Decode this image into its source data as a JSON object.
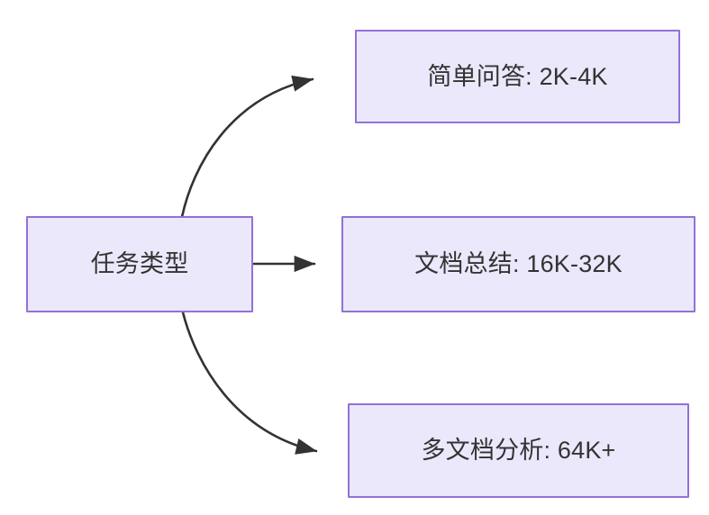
{
  "diagram": {
    "type": "flowchart",
    "direction": "left-to-right",
    "background_color": "#ffffff",
    "node_fill_color": "#ebe8fb",
    "node_border_color": "#9370db",
    "edge_color": "#333333",
    "text_color": "#333333",
    "nodes": [
      {
        "id": "source",
        "label": "任务类型",
        "role": "root"
      },
      {
        "id": "simple-qa",
        "label": "简单问答: 2K-4K",
        "role": "leaf"
      },
      {
        "id": "doc-summary",
        "label": "文档总结: 16K-32K",
        "role": "leaf"
      },
      {
        "id": "multi-doc",
        "label": "多文档分析: 64K+",
        "role": "leaf"
      }
    ],
    "edges": [
      {
        "id": "edge-source-to-simple-qa",
        "from": "source",
        "to": "simple-qa",
        "label": "",
        "style": "curved",
        "arrowhead": "filled-triangle"
      },
      {
        "id": "edge-source-to-doc-summary",
        "from": "source",
        "to": "doc-summary",
        "label": "",
        "style": "straight",
        "arrowhead": "filled-triangle"
      },
      {
        "id": "edge-source-to-multi-doc",
        "from": "source",
        "to": "multi-doc",
        "label": "",
        "style": "curved",
        "arrowhead": "filled-triangle"
      }
    ]
  }
}
